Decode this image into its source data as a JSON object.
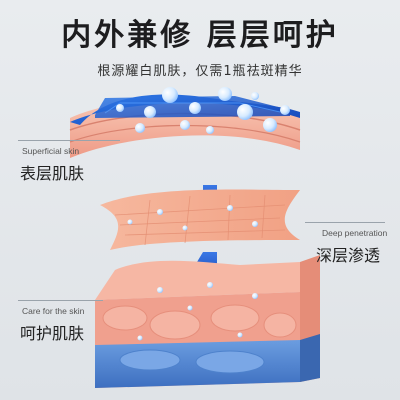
{
  "header": {
    "title": "内外兼修 层层呵护",
    "subtitle": "根源耀白肌肤，仅需1瓶祛斑精华"
  },
  "labels": {
    "superficial": {
      "en": "Superficial skin",
      "cn": "表层肌肤"
    },
    "deep": {
      "en": "Deep penetration",
      "cn": "深层渗透"
    },
    "care": {
      "en": "Care for the skin",
      "cn": "呵护肌肤"
    }
  },
  "colors": {
    "serum_blue": "#1d5fd6",
    "arrow_blue": "#1f52c8",
    "skin_pink": "#f2a48c",
    "tissue_blue": "#5b8fd4"
  }
}
